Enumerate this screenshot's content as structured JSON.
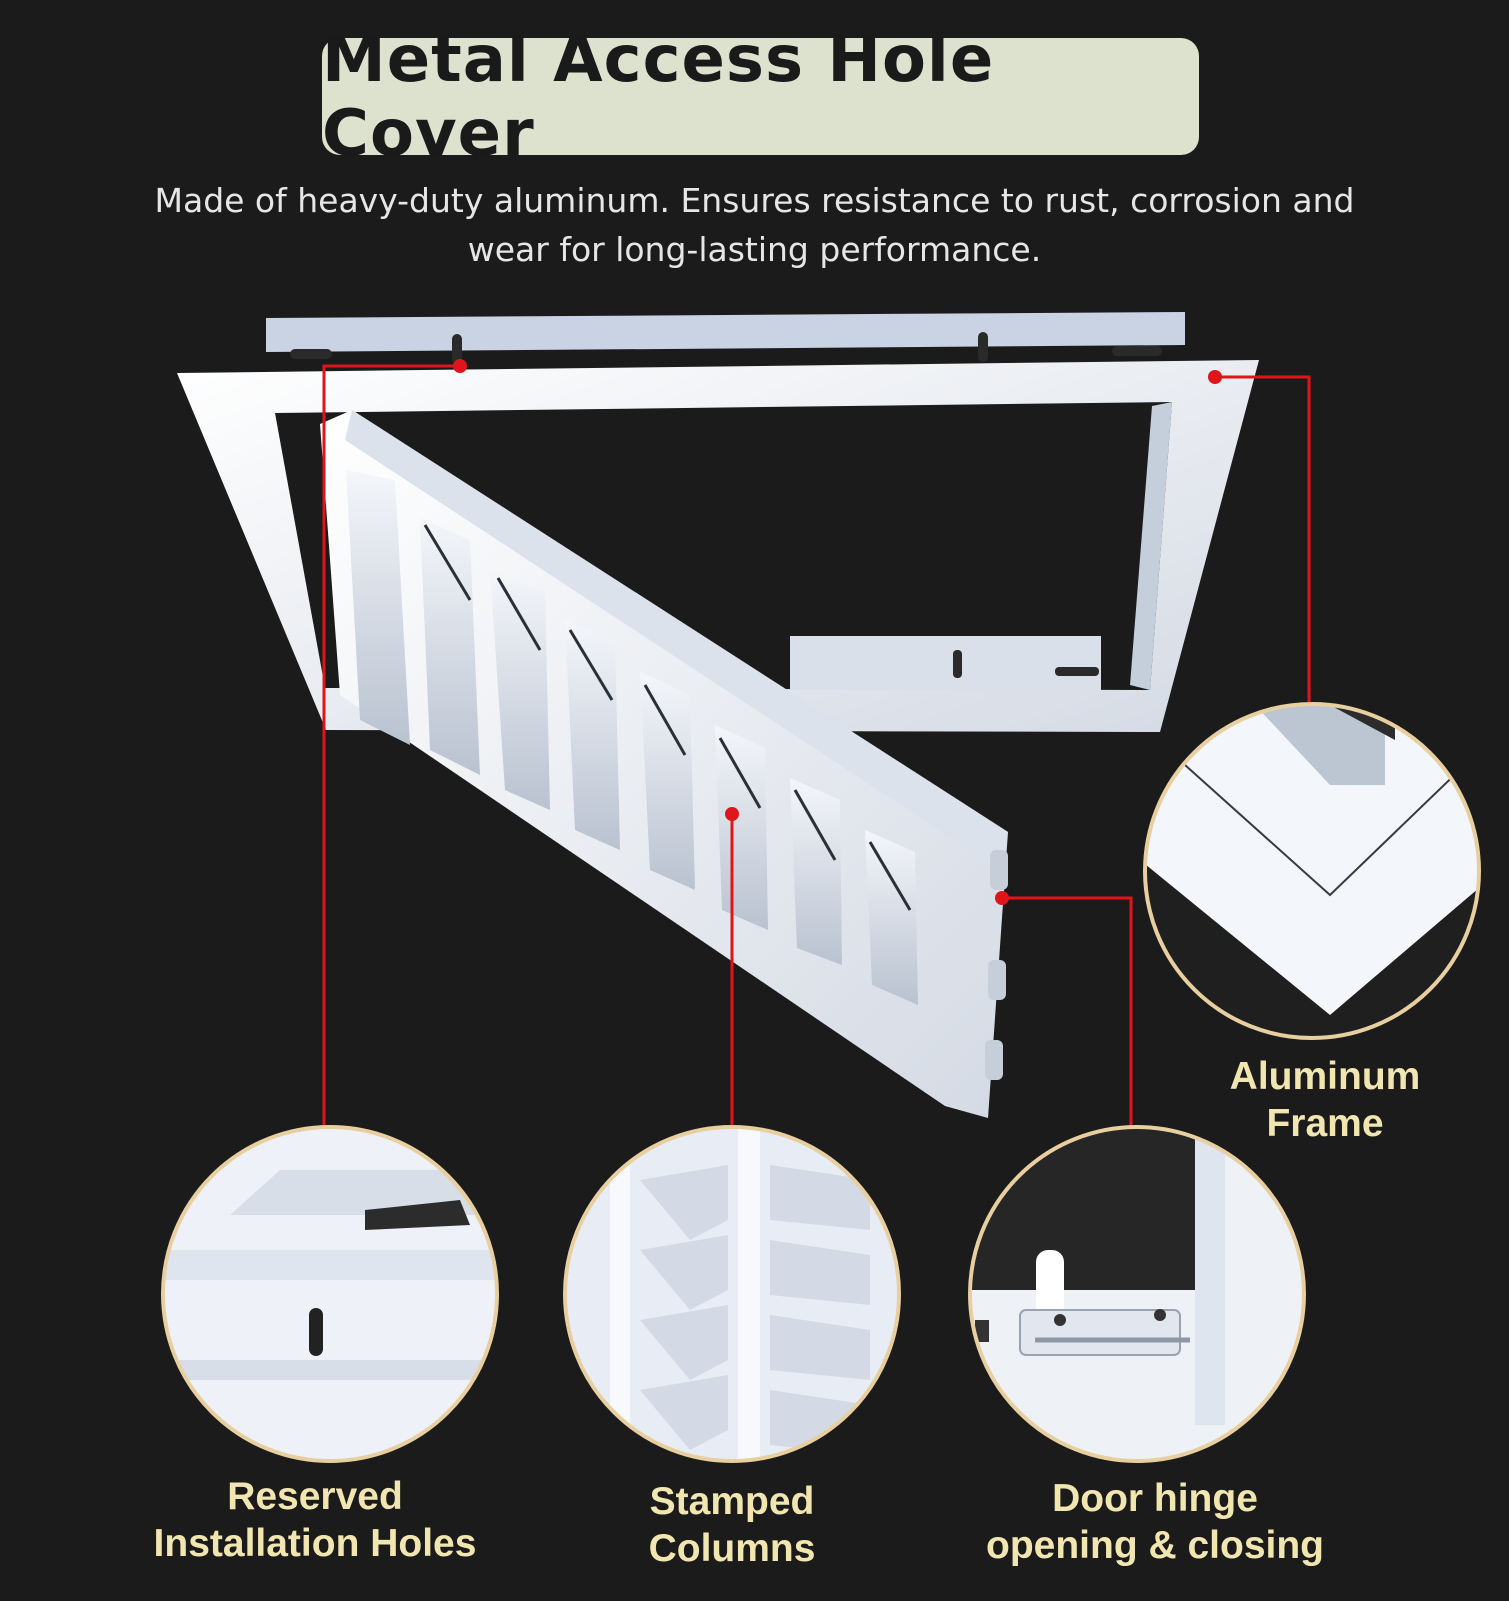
{
  "title": "Metal Access Hole Cover",
  "description": {
    "line1": "Made of heavy-duty aluminum. Ensures resistance to rust, corrosion and",
    "line2": "wear for long-lasting performance."
  },
  "callouts": {
    "aluminum_frame": {
      "line1": "Aluminum",
      "line2": "Frame"
    },
    "installation_holes": {
      "line1": "Reserved",
      "line2": "Installation Holes"
    },
    "stamped_columns": {
      "line1": "Stamped",
      "line2": "Columns"
    },
    "door_hinge": {
      "line1": "Door hinge",
      "line2": "opening & closing"
    }
  },
  "colors": {
    "background": "#1b1b1b",
    "title_box": "#dde2cf",
    "label_text": "#f2e6b0",
    "leader_line": "#e0151b",
    "zoom_border": "#e8cfa0",
    "metal": "#eef1f6"
  }
}
